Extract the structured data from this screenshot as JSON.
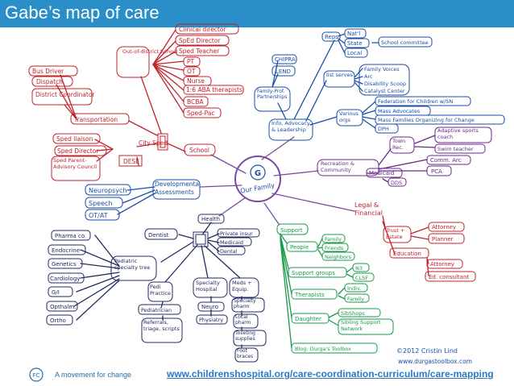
{
  "title": "Gabe’s map of care",
  "footer": {
    "tagline": "A movement for change",
    "url": "www.childrenshospital.org/care-coordination-curriculum/care-mapping",
    "logo_label": "FC"
  },
  "center": {
    "initial": "G",
    "label": "Our Family"
  },
  "colors": {
    "title_bar": "#2a8fc9",
    "school_branch": "#c0232b",
    "info_branch": "#1a4ea8",
    "recreation_branch": "#6a2a8a",
    "legal_branch": "#c0232b",
    "support_branch": "#1a9a4a",
    "health_branch": "#222a60",
    "developmental_branch": "#1a4ea8"
  },
  "map": {
    "school": {
      "label": "School",
      "city_sped": "City Sped",
      "dese": "DESE",
      "out_of_district": "Out-of-district School",
      "out_items": [
        "Clinical director",
        "SpEd Director",
        "Sped Teacher",
        "PT",
        "OT",
        "Nurse",
        "1:6 ABA therapists",
        "BCBA",
        "Sped-Pac"
      ],
      "transportation": "Transportation",
      "transport_items": [
        "Bus Driver",
        "Dispatch",
        "District Coordinator"
      ],
      "city_items": [
        "Sped liaison",
        "Sped Director",
        "Sped Parent-Advisory Council"
      ]
    },
    "developmental": {
      "label": "Developmental Assessments",
      "items": [
        "Neuropsych",
        "Speech",
        "OT/AT"
      ]
    },
    "health": {
      "label": "Health",
      "dentist": "Dentist",
      "insurance": [
        "Private insur",
        "Medicaid",
        "Dental"
      ],
      "pediatric_specialty": "Pediatric specialty tree",
      "specialties": [
        "Pharma co.",
        "Endocrine",
        "Genetics",
        "Cardiology",
        "G/I",
        "Opthalm.",
        "Ortho"
      ],
      "pedi_practice": "Pedi Practice",
      "pedi_items": [
        "Pediatrician",
        "Referrals, triage, scripts"
      ],
      "specialty_hospital": "Specialty Hospital",
      "hospital_items": [
        "Neuro",
        "Physiatry"
      ],
      "meds": "Meds + Equip.",
      "meds_items": [
        "Specialty pharm",
        "Local pharm",
        "Toileting supplies",
        "Foot braces"
      ]
    },
    "info": {
      "label": "Info, Advocacy & Leadership",
      "reps": "Reps",
      "reps_items": [
        "Nat'l",
        "State",
        "Local"
      ],
      "school_committee": "School committee",
      "family_prof": "Family-Prof. Partnerships",
      "partner_items": [
        "CHIPRA",
        "LEND"
      ],
      "list_serves": "list serves",
      "list_items": [
        "Family Voices",
        "Arc",
        "Disability Scoop",
        "Catalyst Center"
      ],
      "various_orgs": "Various orgs",
      "org_items": [
        "Federation for Children w/SN",
        "Mass Advocates",
        "Mass Families Organizing for Change",
        "DPH"
      ]
    },
    "recreation": {
      "label": "Recreation & Community",
      "town_rec": "Town Rec.",
      "rec_items": [
        "Adaptive sports coach",
        "Swim teacher"
      ],
      "comm_arc": "Comm. Arc",
      "pca": "PCA",
      "medicaid": "Medicaid",
      "dds": "DDS"
    },
    "legal": {
      "label": "Legal & Financial",
      "trust": "Trust + Estate",
      "trust_items": [
        "Attorney",
        "Planner"
      ],
      "education": "Education",
      "edu_items": [
        "Attorney",
        "Ed. consultant"
      ]
    },
    "support": {
      "label": "Support",
      "people": "People",
      "people_items": [
        "Family",
        "Friends",
        "Neighbors"
      ],
      "groups": "Support groups",
      "group_items": [
        "N3",
        "CLSF"
      ],
      "therapists": "Therapists",
      "therapist_items": [
        "Indiv.",
        "Family"
      ],
      "daughter": "Daughter",
      "daughter_items": [
        "SibShops",
        "Sibling Support Network"
      ],
      "blog": "Blog: Durga's Toolbox"
    }
  },
  "credit": {
    "line1": "©2012 Cristin Lind",
    "line2": "www.durgastoolbox.com"
  }
}
